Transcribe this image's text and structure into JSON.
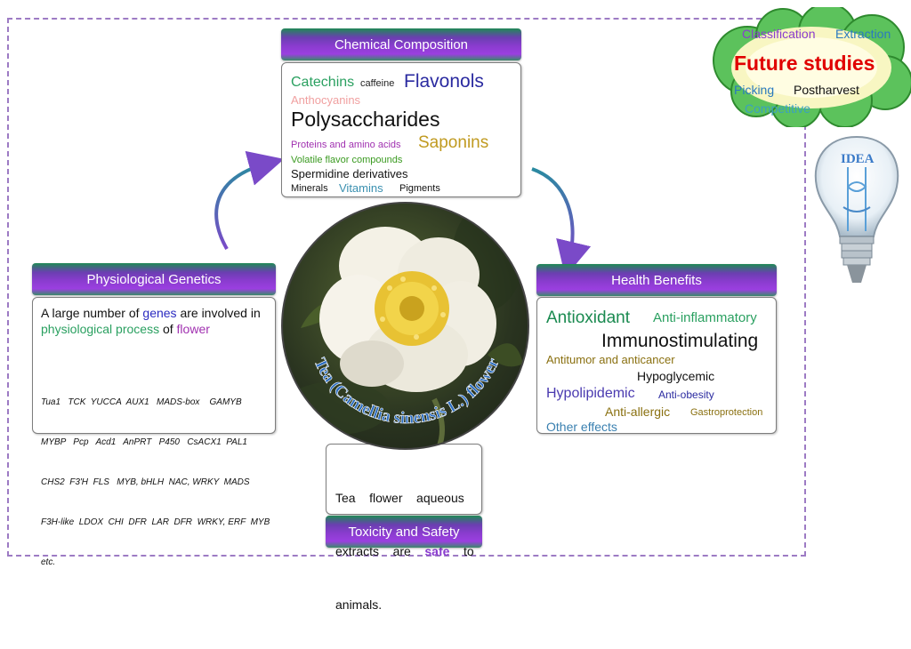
{
  "chemical": {
    "header": "Chemical Composition",
    "words": {
      "catechins": "Catechins",
      "caffeine": "caffeine",
      "flavonols": "Flavonols",
      "anthocyanins": "Anthocyanins",
      "polysaccharides": "Polysaccharides",
      "proteins": "Proteins and amino acids",
      "saponins": "Saponins",
      "volatile": "Volatile flavor compounds",
      "spermidine": "Spermidine derivatives",
      "minerals": "Minerals",
      "vitamins": "Vitamins",
      "pigments": "Pigments"
    }
  },
  "genetics": {
    "header": "Physiological Genetics",
    "text1": "A large number of ",
    "genes": "genes",
    "text2": " are involved in ",
    "process": "physiological process",
    "text3": " of ",
    "flower": "flower",
    "gene_lines": [
      "Tua1   TCK  YUCCA  AUX1   MADS-box    GAMYB",
      "MYBP   Pcp   Acd1   AnPRT   P450   CsACX1  PAL1",
      "CHS2  F3'H  FLS   MYB, bHLH  NAC, WRKY  MADS",
      "F3H-like  LDOX  CHI  DFR  LAR  DFR  WRKY, ERF  MYB",
      "etc."
    ]
  },
  "health": {
    "header": "Health Benefits",
    "words": {
      "antioxidant": "Antioxidant",
      "antiinflammatory": "Anti-inflammatory",
      "immuno": "Immunostimulating",
      "antitumor": "Antitumor and anticancer",
      "hypoglycemic": "Hypoglycemic",
      "hypolipidemic": "Hypolipidemic",
      "antiobesity": "Anti-obesity",
      "antiallergic": "Anti-allergic",
      "gastro": "Gastroprotection",
      "other": "Other effects"
    }
  },
  "toxicity": {
    "header": "Toxicity and Safety",
    "line1": "Tea    flower    aqueous",
    "line2a": "extracts    are    ",
    "safe": "safe",
    "line2b": "    to",
    "line3": "animals."
  },
  "center": {
    "label": "Tea (Camellia sinensis L.) flower"
  },
  "future": {
    "classification": "Classification",
    "extraction": "Extraction",
    "title": "Future studies",
    "picking": "Picking",
    "postharvest": "Postharvest",
    "competitive": "Competitive"
  },
  "idea": {
    "label": "IDEA"
  },
  "colors": {
    "header_purple": "#8a3ccf",
    "header_green": "#1f8a55",
    "frame": "#9d7bc4",
    "future_red": "#e00000",
    "cloud_green": "#4ab54a"
  }
}
